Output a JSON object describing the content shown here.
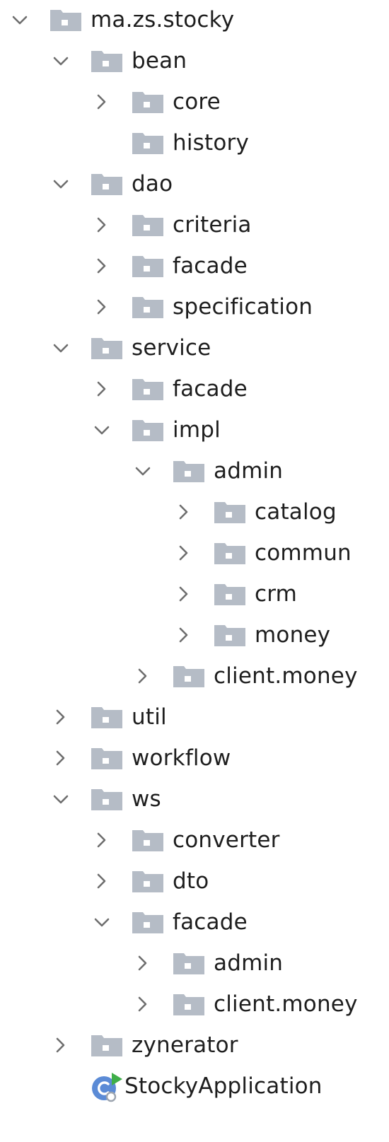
{
  "project_tree": {
    "rows": [
      {
        "label": "ma.zs.stocky",
        "depth": 0,
        "state": "expanded",
        "icon": "folder-icon"
      },
      {
        "label": "bean",
        "depth": 1,
        "state": "expanded",
        "icon": "folder-icon"
      },
      {
        "label": "core",
        "depth": 2,
        "state": "collapsed",
        "icon": "folder-icon"
      },
      {
        "label": "history",
        "depth": 2,
        "state": "leaf",
        "icon": "folder-icon"
      },
      {
        "label": "dao",
        "depth": 1,
        "state": "expanded",
        "icon": "folder-icon"
      },
      {
        "label": "criteria",
        "depth": 2,
        "state": "collapsed",
        "icon": "folder-icon"
      },
      {
        "label": "facade",
        "depth": 2,
        "state": "collapsed",
        "icon": "folder-icon"
      },
      {
        "label": "specification",
        "depth": 2,
        "state": "collapsed",
        "icon": "folder-icon"
      },
      {
        "label": "service",
        "depth": 1,
        "state": "expanded",
        "icon": "folder-icon"
      },
      {
        "label": "facade",
        "depth": 2,
        "state": "collapsed",
        "icon": "folder-icon"
      },
      {
        "label": "impl",
        "depth": 2,
        "state": "expanded",
        "icon": "folder-icon"
      },
      {
        "label": "admin",
        "depth": 3,
        "state": "expanded",
        "icon": "folder-icon"
      },
      {
        "label": "catalog",
        "depth": 4,
        "state": "collapsed",
        "icon": "folder-icon"
      },
      {
        "label": "commun",
        "depth": 4,
        "state": "collapsed",
        "icon": "folder-icon"
      },
      {
        "label": "crm",
        "depth": 4,
        "state": "collapsed",
        "icon": "folder-icon"
      },
      {
        "label": "money",
        "depth": 4,
        "state": "collapsed",
        "icon": "folder-icon"
      },
      {
        "label": "client.money",
        "depth": 3,
        "state": "collapsed",
        "icon": "folder-icon"
      },
      {
        "label": "util",
        "depth": 1,
        "state": "collapsed",
        "icon": "folder-icon"
      },
      {
        "label": "workflow",
        "depth": 1,
        "state": "collapsed",
        "icon": "folder-icon"
      },
      {
        "label": "ws",
        "depth": 1,
        "state": "expanded",
        "icon": "folder-icon"
      },
      {
        "label": "converter",
        "depth": 2,
        "state": "collapsed",
        "icon": "folder-icon"
      },
      {
        "label": "dto",
        "depth": 2,
        "state": "collapsed",
        "icon": "folder-icon"
      },
      {
        "label": "facade",
        "depth": 2,
        "state": "expanded",
        "icon": "folder-icon"
      },
      {
        "label": "admin",
        "depth": 3,
        "state": "collapsed",
        "icon": "folder-icon"
      },
      {
        "label": "client.money",
        "depth": 3,
        "state": "collapsed",
        "icon": "folder-icon"
      },
      {
        "label": "zynerator",
        "depth": 1,
        "state": "collapsed",
        "icon": "folder-icon"
      },
      {
        "label": "StockyApplication",
        "depth": 1,
        "state": "leaf",
        "icon": "spring-boot-class-icon"
      }
    ]
  },
  "colors": {
    "folder": "#b5bcc6",
    "folder_dark": "#9ca4af",
    "chevron": "#6e6e6e",
    "text": "#1e1e1e",
    "app_blue": "#5b8bd6",
    "app_green": "#3fae49"
  }
}
